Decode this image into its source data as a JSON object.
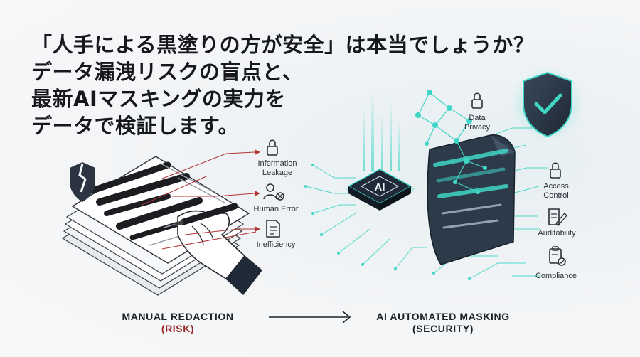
{
  "headline": {
    "lines": [
      "「人手による黒塗りの方が安全」は本当でしょうか？",
      "データ漏洩リスクの盲点と、",
      "最新AIマスキングの実力を",
      "データで検証します。"
    ]
  },
  "left_panel": {
    "labels": {
      "info_leak_1": "Information",
      "info_leak_2": "Leakage",
      "human_error": "Human Error",
      "inefficiency": "Inefficiency"
    },
    "caption_main": "MANUAL REDACTION",
    "caption_sub": "(RISK)",
    "risk_color": "#b23434"
  },
  "right_panel": {
    "chip_text": "AI",
    "labels": {
      "data_privacy_1": "Data",
      "data_privacy_2": "Privacy",
      "access_control_1": "Access",
      "access_control_2": "Control",
      "auditability": "Auditability",
      "compliance": "Compliance"
    },
    "caption_main": "AI AUTOMATED MASKING",
    "caption_sub": "(SECURITY)",
    "accent_color": "#3fd6c6"
  },
  "icons": {
    "broken_shield": "broken-shield-icon",
    "padlock": "padlock-icon",
    "person_error": "person-x-icon",
    "document": "document-icon",
    "checked_shield": "shield-check-icon",
    "pencil_doc": "pencil-document-icon",
    "clipboard_check": "clipboard-check-icon"
  }
}
